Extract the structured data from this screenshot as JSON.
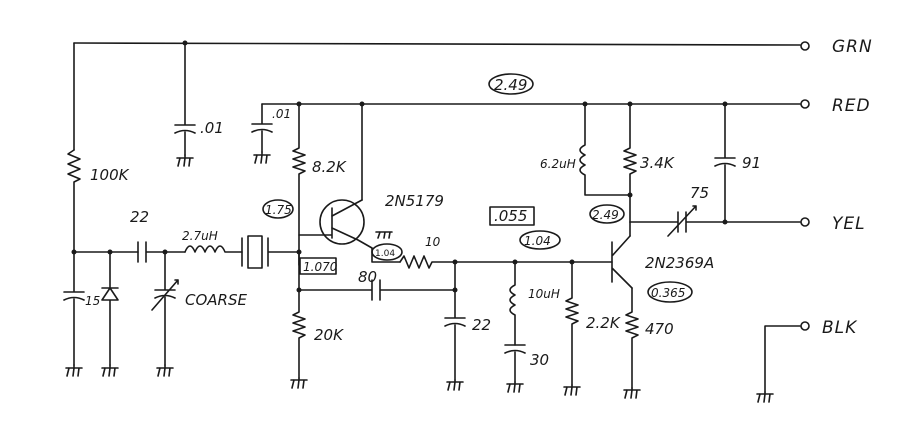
{
  "terminals": {
    "grn": "GRN",
    "red": "RED",
    "yel": "YEL",
    "blk": "BLK"
  },
  "voltages": {
    "rail": "2.49",
    "q1_base": "1.75",
    "q1_emitter": "1.04",
    "q1_emitter_node": "1.070",
    "q2_base_a": ".055",
    "q2_base_b": "1.04",
    "q2_collector": "2.49",
    "q2_emitter": "0.365"
  },
  "components": {
    "r_100k": "100K",
    "c_01_a": ".01",
    "c_01_b": ".01",
    "r_82k": "8.2K",
    "q1": "2N5179",
    "c_15": "15",
    "c_22_a": "22",
    "l_27": "2.7uH",
    "coarse": "COARSE",
    "c_80": "80",
    "r_20k": "20K",
    "r_10": "10",
    "c_22_b": "22",
    "l_10": "10uH",
    "c_30": "30",
    "r_22k": "2.2K",
    "q2": "2N2369A",
    "r_470": "470",
    "l_62": "6.2uH",
    "r_34k": "3.4K",
    "c_91": "91",
    "c_75": "75"
  }
}
